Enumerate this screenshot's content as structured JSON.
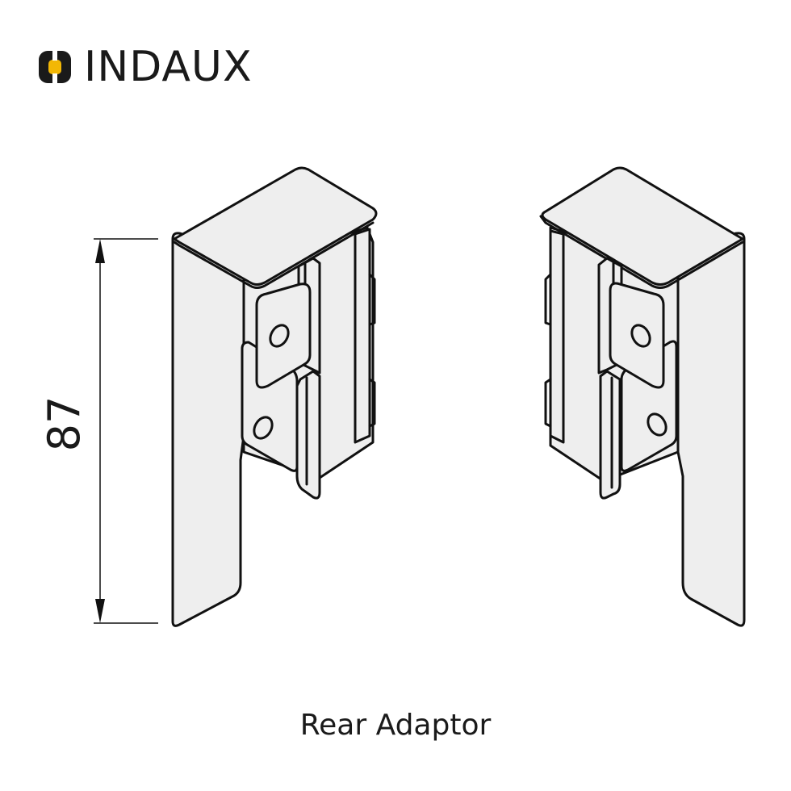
{
  "brand": {
    "name": "INDAUX",
    "mark_color": "#f2b705",
    "text_color": "#1a1a1a"
  },
  "dimension": {
    "value": "87"
  },
  "caption": "Rear Adaptor",
  "colors": {
    "part_fill": "#eeeeee",
    "outline": "#111111",
    "background": "#ffffff"
  }
}
